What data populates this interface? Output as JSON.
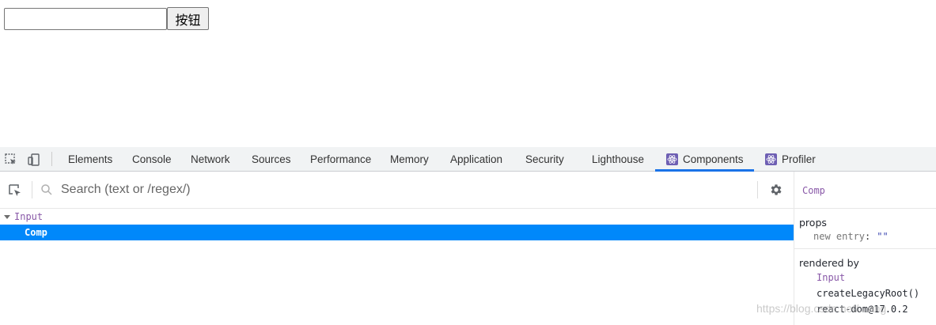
{
  "page": {
    "input_value": "",
    "button_label": "按钮"
  },
  "devtools": {
    "tabs": [
      {
        "label": "Elements",
        "icon": null
      },
      {
        "label": "Console",
        "icon": null
      },
      {
        "label": "Network",
        "icon": null
      },
      {
        "label": "Sources",
        "icon": null
      },
      {
        "label": "Performance",
        "icon": null
      },
      {
        "label": "Memory",
        "icon": null
      },
      {
        "label": "Application",
        "icon": null
      },
      {
        "label": "Security",
        "icon": null
      },
      {
        "label": "Lighthouse",
        "icon": null
      },
      {
        "label": "Components",
        "icon": "react-icon",
        "active": true
      },
      {
        "label": "Profiler",
        "icon": "react-icon"
      }
    ],
    "search": {
      "placeholder": "Search (text or /regex/)"
    },
    "tree": [
      {
        "label": "Input",
        "expanded": true,
        "selected": false
      },
      {
        "label": "Comp",
        "selected": true
      }
    ],
    "inspector": {
      "component_name": "Comp",
      "props_label": "props",
      "props": [
        {
          "key": "new entry",
          "value": "\"\""
        }
      ],
      "rendered_by_label": "rendered by",
      "rendered_by": [
        "Input",
        "createLegacyRoot()",
        "react-dom@17.0.2"
      ]
    },
    "accent_color": "#1a73e8",
    "selection_color": "#0088fa"
  },
  "watermark": "https://blog.csdn.net/...ang"
}
